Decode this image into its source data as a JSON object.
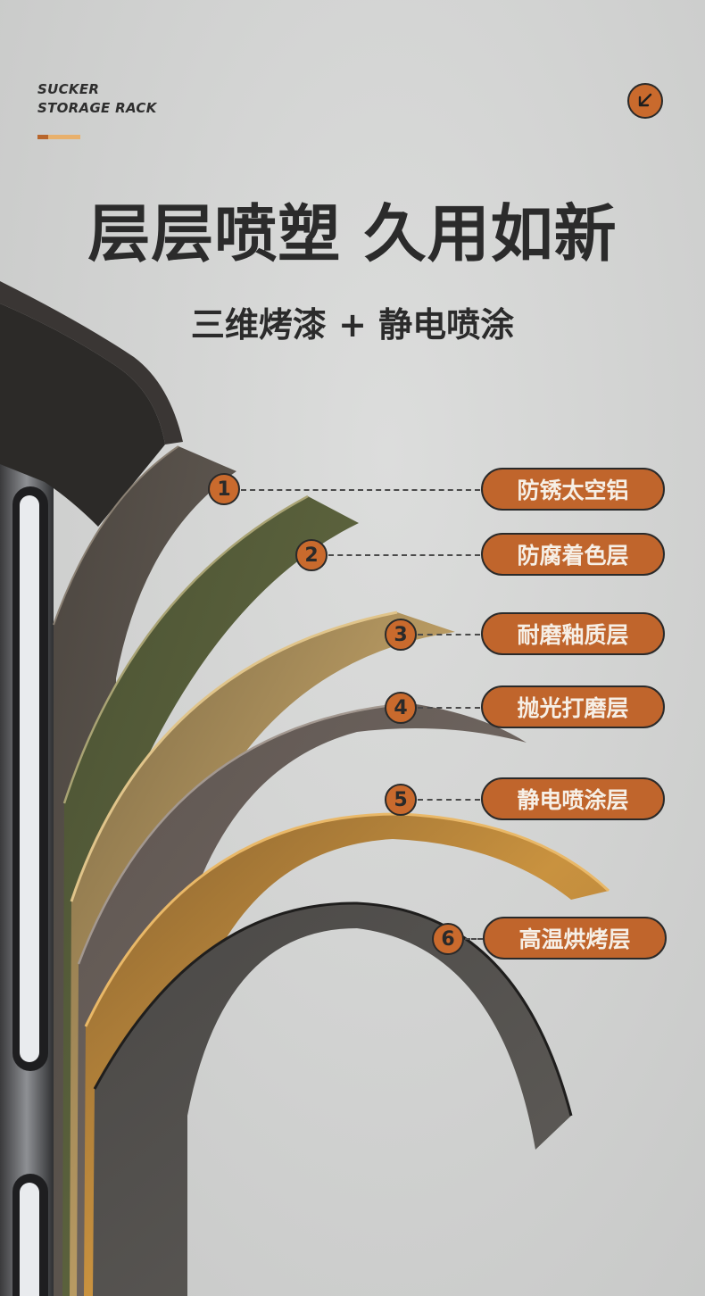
{
  "brand": {
    "line1": "SUCKER",
    "line2": "STORAGE RACK",
    "accent": "#c96a2d"
  },
  "header": {
    "badge_icon": "arrow-down-left-icon",
    "title": "层层喷塑 久用如新",
    "subtitle": "三维烤漆 + 静电喷涂"
  },
  "layers": [
    {
      "num": "1",
      "label": "防锈太空铝"
    },
    {
      "num": "2",
      "label": "防腐着色层"
    },
    {
      "num": "3",
      "label": "耐磨釉质层"
    },
    {
      "num": "4",
      "label": "抛光打磨层"
    },
    {
      "num": "5",
      "label": "静电喷涂层"
    },
    {
      "num": "6",
      "label": "高温烘烤层"
    }
  ],
  "colors": {
    "pill": "#c0652c",
    "background": "#d2d3d2",
    "text": "#2b2b2b"
  }
}
